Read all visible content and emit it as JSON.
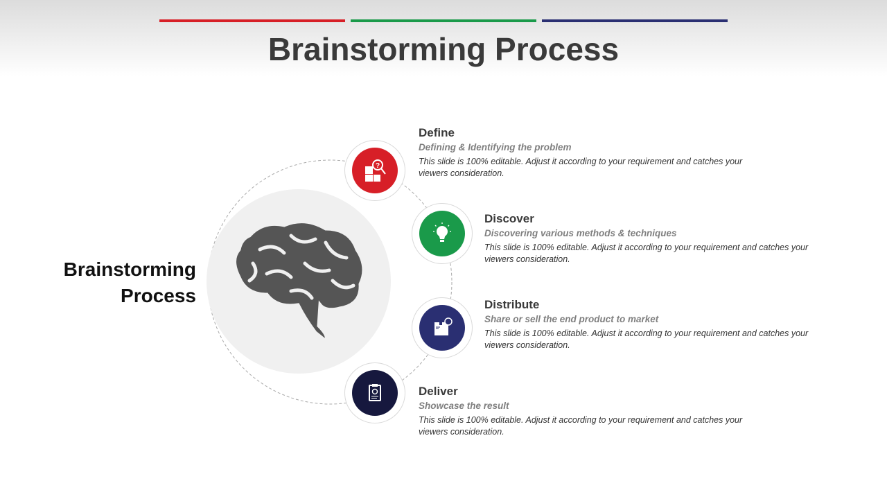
{
  "title": "Brainstorming Process",
  "side_title": {
    "line1": "Brainstorming",
    "line2": "Process"
  },
  "colors": {
    "red": "#d71f27",
    "green": "#1a9a4a",
    "blue": "#2a2f72",
    "navy": "#16183e",
    "brain": "#555555"
  },
  "steps": [
    {
      "title": "Define",
      "subtitle": "Defining & Identifying the problem",
      "desc": "This slide is 100% editable. Adjust it according to your requirement and catches your viewers consideration.",
      "icon": "puzzle-search-icon"
    },
    {
      "title": "Discover",
      "subtitle": "Discovering various methods & techniques",
      "desc": "This slide is 100% editable. Adjust it according to your requirement and catches your viewers consideration.",
      "icon": "lightbulb-icon"
    },
    {
      "title": "Distribute",
      "subtitle": "Share or sell the end product to market",
      "desc": "This slide is 100% editable. Adjust it according to your requirement and catches your viewers consideration.",
      "icon": "package-share-icon"
    },
    {
      "title": "Deliver",
      "subtitle": "Showcase the result",
      "desc": "This slide is 100% editable. Adjust it according to your requirement and catches your viewers consideration.",
      "icon": "clipboard-check-icon"
    }
  ]
}
